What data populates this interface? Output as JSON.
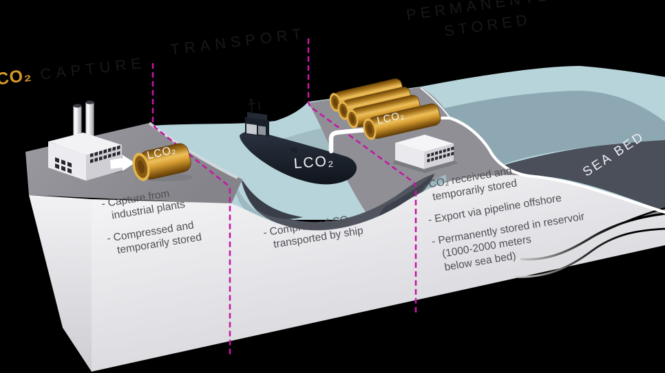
{
  "titles": {
    "co2": "CO₂",
    "capture": "CAPTURE",
    "transport": "TRANSPORT",
    "stored_line1": "PERMANENTLY",
    "stored_line2": "STORED"
  },
  "labels": {
    "capture_cylinder": "LCO₂",
    "ship_hull": "LCO₂",
    "storage_cylinders": "LCO₂",
    "sea_bed": "SEA BED"
  },
  "notes": {
    "capture": [
      [
        "- Capture from",
        "industrial plants"
      ],
      [
        "- Compressed and",
        "temporarily stored"
      ]
    ],
    "transport": [
      [
        "- Compressed CO₂",
        "transported by ship"
      ]
    ],
    "stored": [
      [
        "- CO₂ received and",
        "temporarily stored"
      ],
      [
        "- Export via pipeline offshore"
      ],
      [
        "- Permanently stored in reservoir",
        "(1000-2000 meters",
        "below sea bed)"
      ]
    ]
  },
  "colors": {
    "background": "#000000",
    "divider_magenta": "#c517a4",
    "cylinder_gold": "#d79a2b",
    "water": "#b7d4da",
    "underwater_hills": "#8da8b2",
    "seabed_dark": "#4b4f5a",
    "land_gray": "#8e8e94",
    "front_face": "#e4e4e8",
    "heading_text": "#17181a",
    "note_text": "#4f5053",
    "label_white": "#ffffff"
  }
}
